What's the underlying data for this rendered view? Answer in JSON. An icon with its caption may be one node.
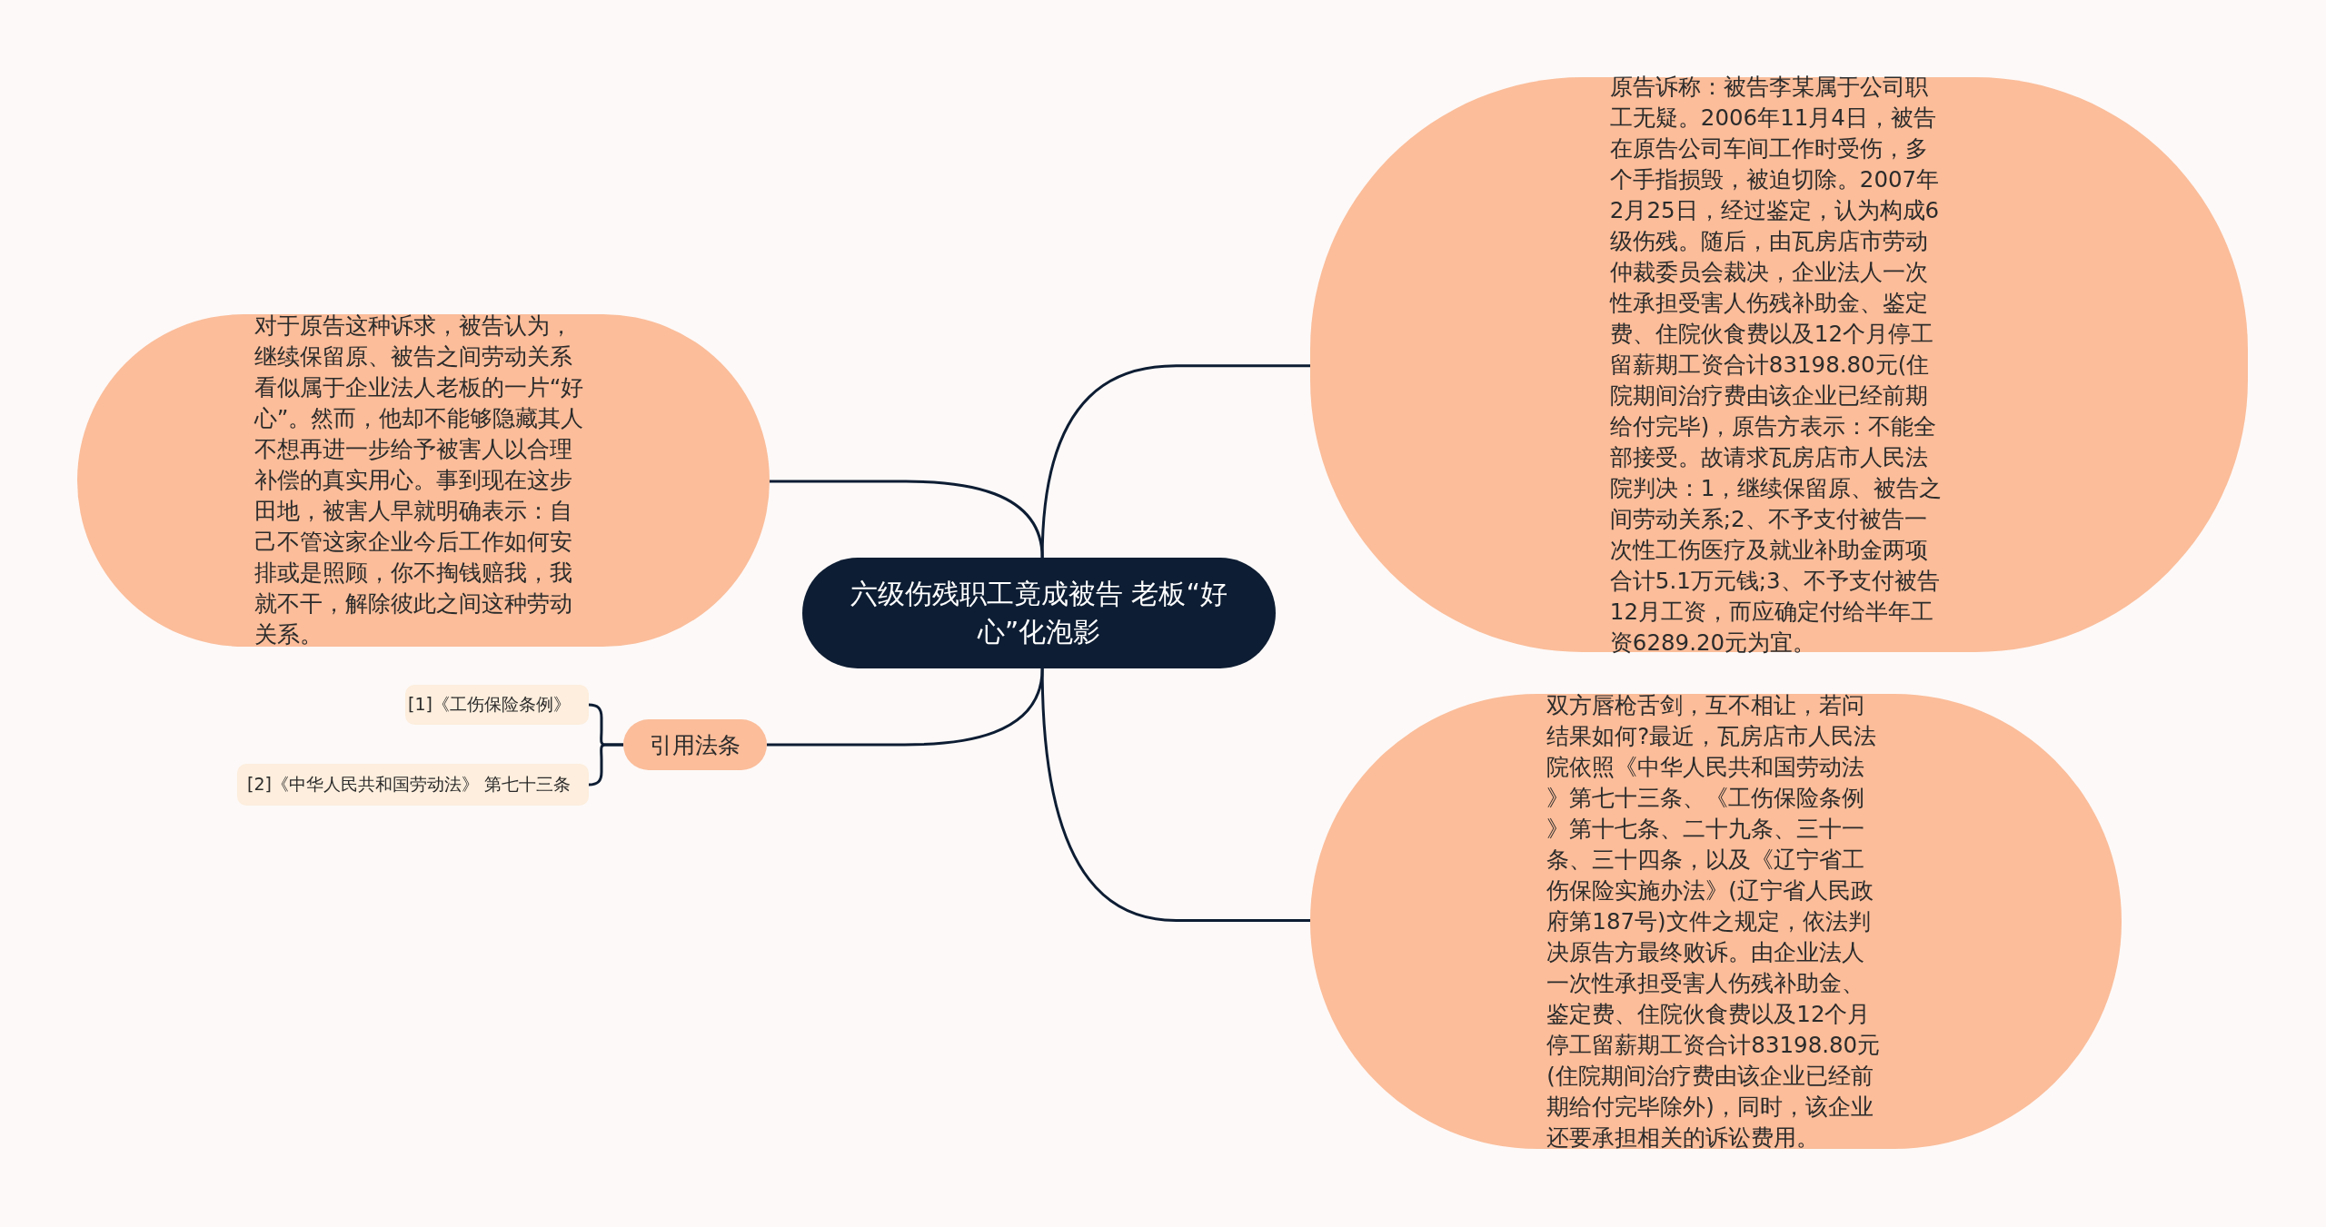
{
  "diagram": {
    "nodes": [
      {
        "text": [
          "六级伤残职工竟成被告  老板“好心”化泡影"
        ]
      },
      {
        "text": [
          "对于原告这种诉求，被告认为，继续保留原、被告之间劳动关系看似属于企业法人老板的一片“好心”。然而，他却不能够隐藏其人不想再进一步给予被害人以合理补偿的真实用心。事到现在这步田地，被害人早就明确表示：自己不管这家企业今后工作如何安排或是照顾，你不掏钱赔我，我就不干，解除彼此之间这种劳动关系。"
        ]
      },
      {
        "text": [
          "引用法条"
        ]
      },
      {
        "text": [
          "[1]《工伤保险条例》"
        ]
      },
      {
        "text": [
          "[2]《中华人民共和国劳动法》 第七十三条"
        ]
      },
      {
        "text": [
          "原告诉称：被告李某属于公司职工无疑。2006年11月4日，被告在原告公司车间工作时受伤，多个手指损毁，被迫切除。2007年2月25日，经过鉴定，认为构成6级伤残。随后，由瓦房店市劳动仲裁委员会裁决，企业法人一次性承担受害人伤残补助金、鉴定费、住院伙食费以及12个月停工留薪期工资合计83198.80元(住院期间治疗费由该企业已经前期给付完毕)，原告方表示：不能全部接受。故请求瓦房店市人民法院判决：1，继续保留原、被告之间劳动关系;2、不予支付被告一次性工伤医疗及就业补助金两项合计5.1万元钱;3、不予支付被告12月工资，而应确定付给半年工资6289.20元为宜。"
        ]
      },
      {
        "text": [
          "双方唇枪舌剑，互不相让，若问结果如何?最近，瓦房店市人民法院依照《中华人民共和国劳动法》第七十三条、《工伤保险条例》第十七条、二十九条、三十一条、三十四条，以及《辽宁省工伤保险实施办法》(辽宁省人民政府第187号)文件之规定，依法判决原告方最终败诉。由企业法人一次性承担受害人伤残补助金、鉴定费、住院伙食费以及12个月停工留薪期工资合计83198.80元(住院期间治疗费由该企业已经前期给付完毕除外)，同时，该企业还要承担相关的诉讼费用。"
        ]
      }
    ],
    "edges": [
      {
        "from": 0,
        "to": 1,
        "arrow": "none"
      },
      {
        "from": 0,
        "to": 2,
        "arrow": "none"
      },
      {
        "from": 2,
        "to": 3,
        "arrow": "none"
      },
      {
        "from": 2,
        "to": 4,
        "arrow": "none"
      },
      {
        "from": 0,
        "to": 5,
        "arrow": "none"
      },
      {
        "from": 0,
        "to": 6,
        "arrow": "none"
      }
    ]
  }
}
